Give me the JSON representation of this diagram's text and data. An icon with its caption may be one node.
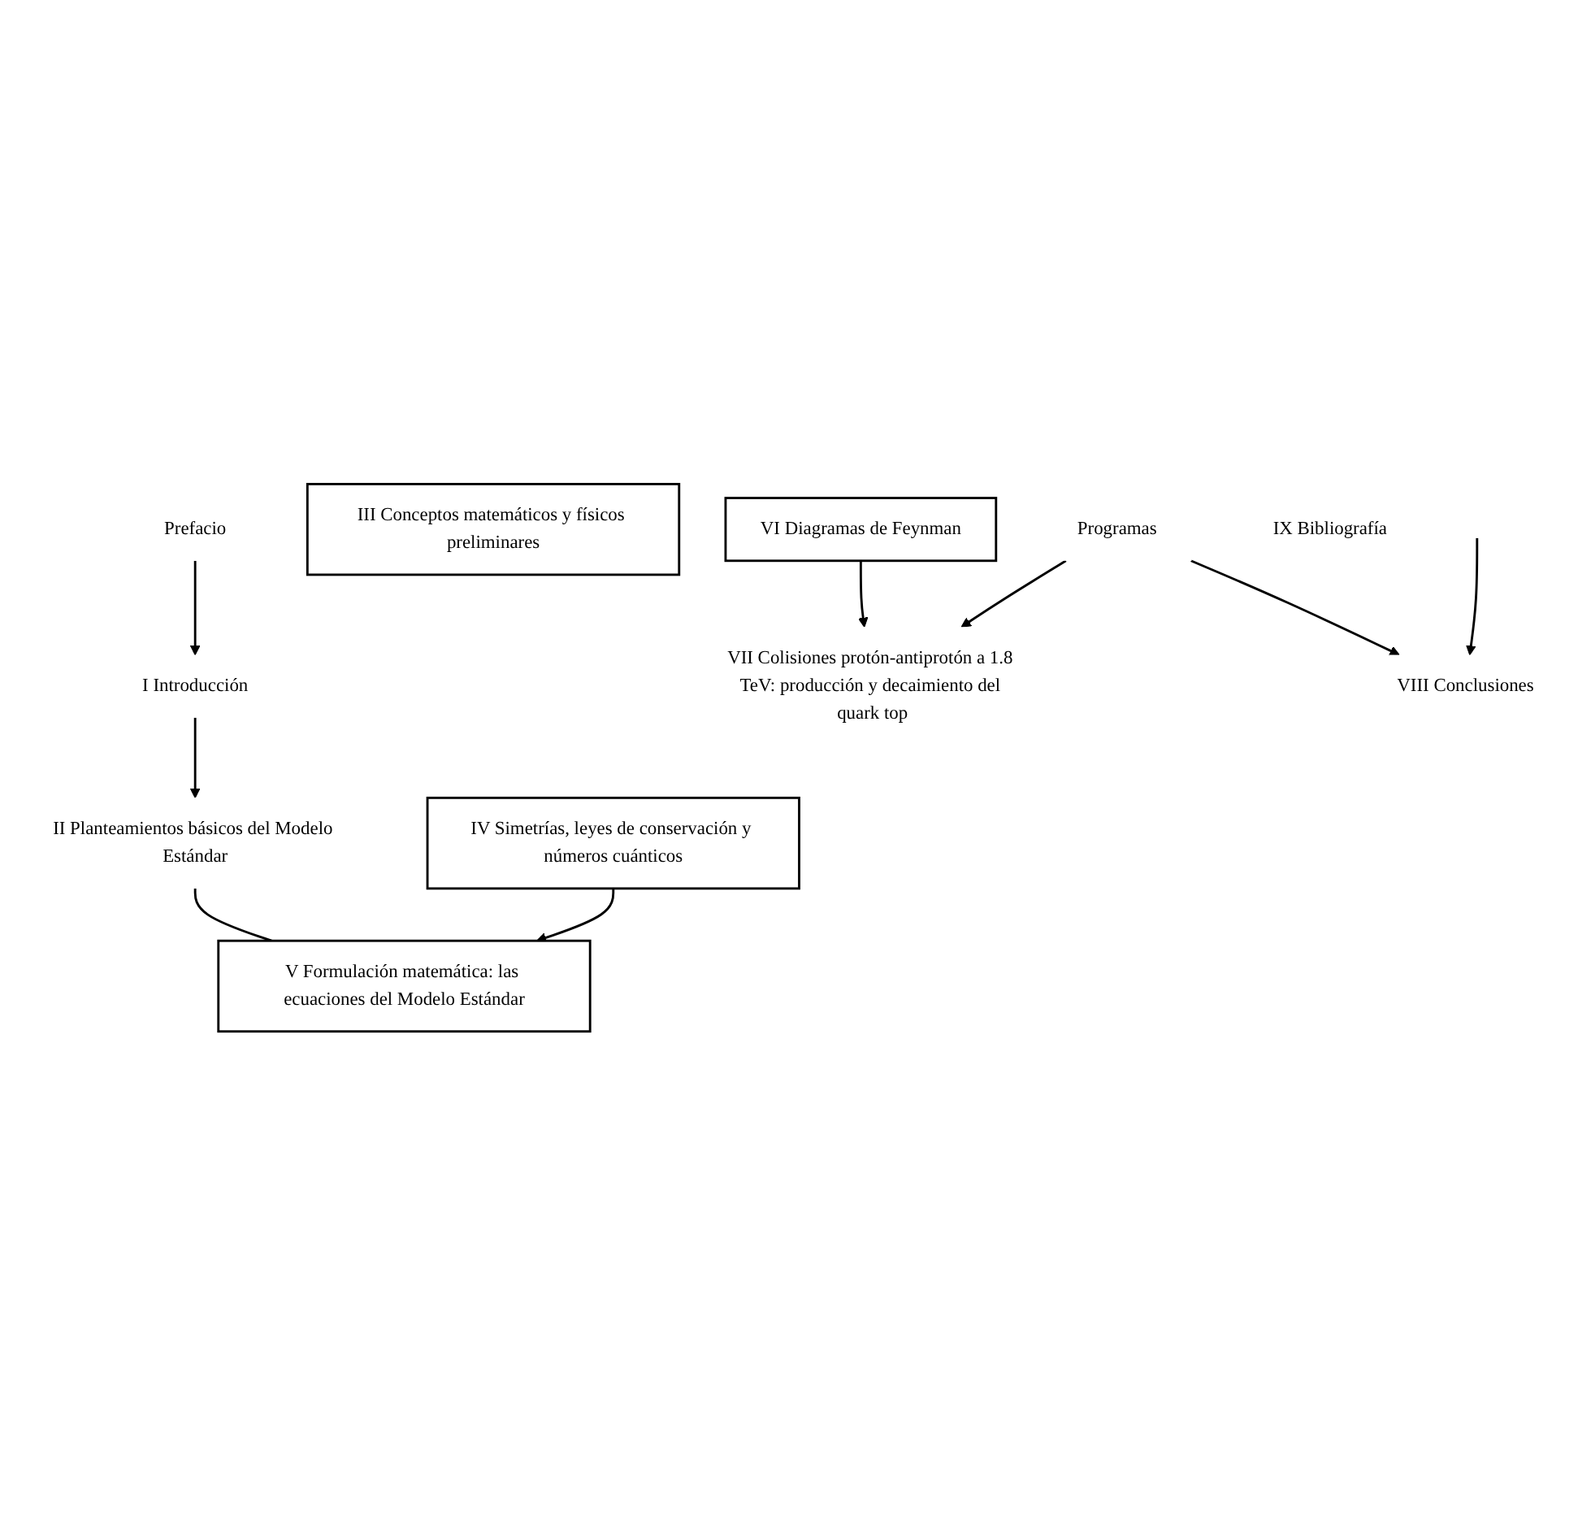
{
  "diagram": {
    "nodes": [
      {
        "text": [
          "Prefacio"
        ]
      },
      {
        "text": [
          "I Introducción"
        ]
      },
      {
        "text": [
          "II Planteamientos básicos del Modelo Estándar"
        ]
      },
      {
        "text": [
          "III Conceptos matemáticos y físicos preliminares"
        ]
      },
      {
        "text": [
          "IV Simetrías, leyes de conservación y números cuánticos"
        ]
      },
      {
        "text": [
          "V Formulación matemática: las ecuaciones del Modelo Estándar"
        ]
      },
      {
        "text": [
          "VI Diagramas de Feynman"
        ]
      },
      {
        "text": [
          "VII Colisiones protón-antiprotón a 1.8 TeV: producción y decaimiento del quark top"
        ]
      },
      {
        "text": [
          "Programas"
        ]
      },
      {
        "text": [
          "VIII Conclusiones"
        ]
      },
      {
        "text": [
          "IX Bibliografía"
        ]
      }
    ],
    "edges": [
      {
        "from": 0,
        "to": 1,
        "arrow": "to"
      },
      {
        "from": 1,
        "to": 2,
        "arrow": "to"
      },
      {
        "from": 2,
        "to": 5,
        "arrow": "none"
      },
      {
        "from": 4,
        "to": 5,
        "arrow": "to"
      },
      {
        "from": 6,
        "to": 7,
        "arrow": "to"
      },
      {
        "from": 8,
        "to": 7,
        "arrow": "to"
      },
      {
        "from": 8,
        "to": 9,
        "arrow": "to"
      },
      {
        "from": null,
        "to": 9,
        "arrow": "to"
      }
    ]
  }
}
